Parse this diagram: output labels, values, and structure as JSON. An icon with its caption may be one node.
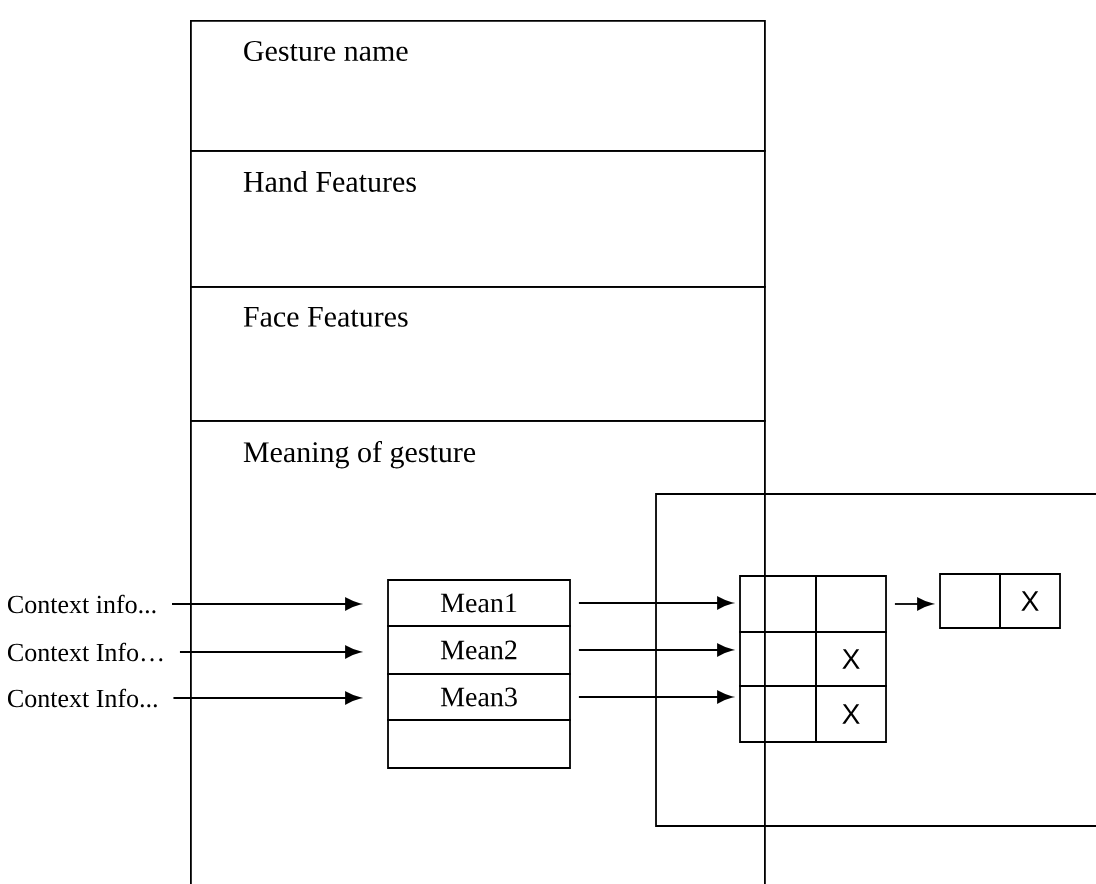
{
  "diagram": {
    "nodes": [
      {
        "text": [
          "Gesture name"
        ]
      },
      {
        "text": [
          "Hand Features"
        ]
      },
      {
        "text": [
          "Face Features"
        ]
      },
      {
        "text": [
          "Meaning of gesture"
        ]
      },
      {
        "text": [
          "Context info..."
        ]
      },
      {
        "text": [
          "Context Info…"
        ]
      },
      {
        "text": [
          "Context Info..."
        ]
      },
      {
        "text": [
          "Mean1"
        ],
        "in": 3
      },
      {
        "text": [
          "Mean2"
        ],
        "in": 3
      },
      {
        "text": [
          "Mean3"
        ],
        "in": 3
      },
      {
        "text": [],
        "shape": "box",
        "in": 3
      },
      {
        "text": [],
        "shape": "box"
      },
      {
        "text": [],
        "shape": "box",
        "in": 11
      },
      {
        "text": [],
        "shape": "box",
        "in": 11
      },
      {
        "text": [],
        "shape": "box",
        "in": 11
      },
      {
        "text": [
          "X"
        ],
        "in": 11
      },
      {
        "text": [],
        "shape": "box",
        "in": 11
      },
      {
        "text": [
          "X"
        ],
        "in": 11
      },
      {
        "text": [],
        "shape": "box",
        "in": 11
      },
      {
        "text": [
          "X"
        ],
        "in": 11
      }
    ],
    "edges": [
      {
        "from": 4,
        "to": 7,
        "arrow": "to"
      },
      {
        "from": 5,
        "to": 8,
        "arrow": "to"
      },
      {
        "from": 6,
        "to": 9,
        "arrow": "to"
      },
      {
        "from": 7,
        "to": 12,
        "arrow": "to"
      },
      {
        "from": 8,
        "to": 14,
        "arrow": "to"
      },
      {
        "from": 9,
        "to": 16,
        "arrow": "to"
      },
      {
        "from": 13,
        "to": 18,
        "arrow": "to"
      }
    ]
  }
}
